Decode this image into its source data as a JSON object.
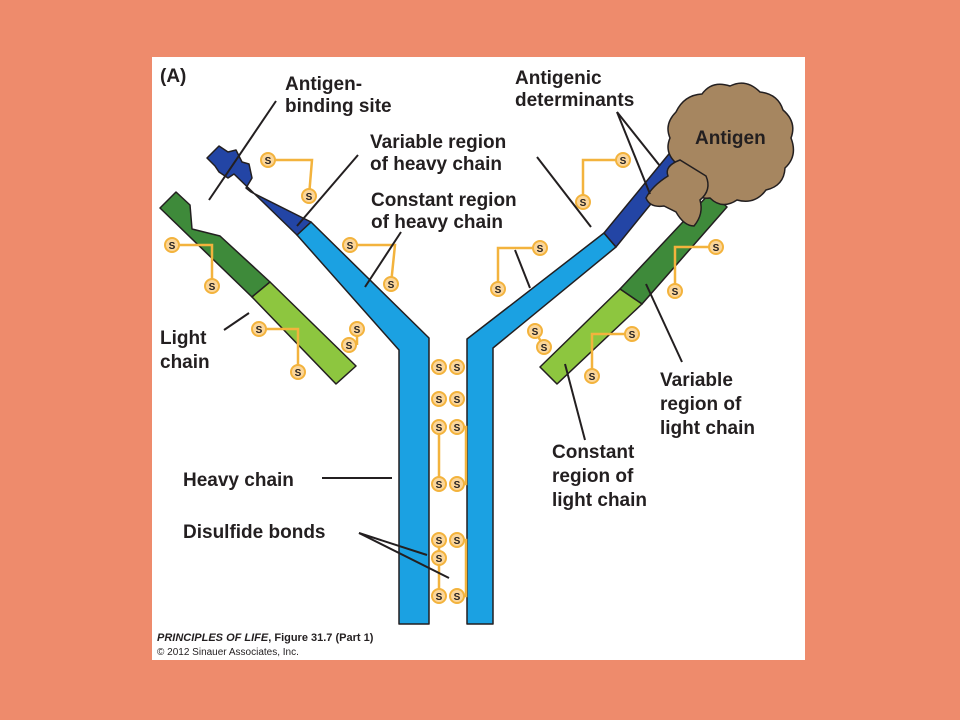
{
  "figure": {
    "panel_label": "(A)",
    "labels": {
      "antigen_binding_site": [
        "Antigen-",
        "binding site"
      ],
      "antigenic_determinants": [
        "Antigenic",
        "determinants"
      ],
      "antigen": "Antigen",
      "variable_region_heavy": [
        "Variable region",
        "of heavy chain"
      ],
      "constant_region_heavy": [
        "Constant region",
        "of heavy chain"
      ],
      "light_chain": [
        "Light",
        "chain"
      ],
      "variable_region_light": [
        "Variable",
        "region of",
        "light chain"
      ],
      "constant_region_light": [
        "Constant",
        "region of",
        "light chain"
      ],
      "heavy_chain": "Heavy chain",
      "disulfide_bonds": "Disulfide bonds"
    },
    "disulfide_symbol": "S",
    "credit": {
      "title_italic": "PRINCIPLES OF LIFE",
      "title_rest": ", Figure 31.7 (Part 1)",
      "copyright": "© 2012 Sinauer Associates, Inc."
    },
    "colors": {
      "slide_background": "#EE8B6C",
      "panel_background": "#FFFFFF",
      "heavy_chain_constant": "#1BA1E2",
      "heavy_chain_variable": "#2345A5",
      "light_chain_variable": "#3E8A3A",
      "light_chain_constant": "#8DC63F",
      "antigen": "#A68660",
      "disulfide_bond": "#F3B33D"
    }
  }
}
